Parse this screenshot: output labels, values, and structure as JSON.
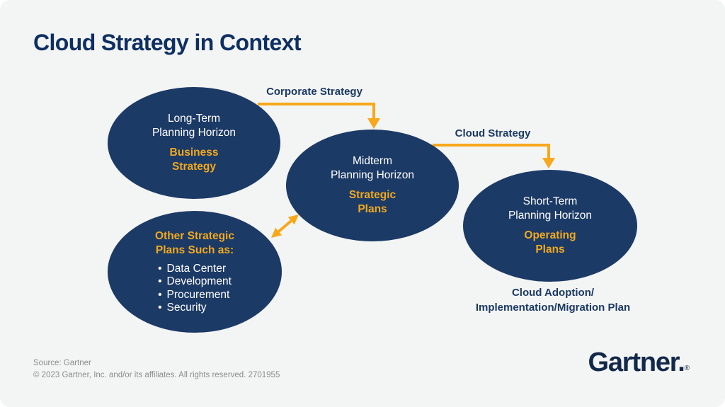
{
  "title": "Cloud Strategy in Context",
  "bullet_char": "•",
  "connectors": {
    "corporate_strategy": {
      "label": "Corporate Strategy"
    },
    "cloud_strategy": {
      "label": "Cloud Strategy"
    }
  },
  "nodes": {
    "long_term": {
      "horizon": "Long-Term\nPlanning Horizon",
      "emphasis": "Business\nStrategy"
    },
    "midterm": {
      "horizon": "Midterm\nPlanning Horizon",
      "emphasis": "Strategic\nPlans"
    },
    "short_term": {
      "horizon": "Short-Term\nPlanning Horizon",
      "emphasis": "Operating\nPlans"
    },
    "other_plans": {
      "heading": "Other Strategic\nPlans Such as:",
      "bullets": [
        "Data Center",
        "Development",
        "Procurement",
        "Security"
      ]
    }
  },
  "captions": {
    "cloud_adoption": "Cloud Adoption/\nImplementation/Migration Plan"
  },
  "footer": {
    "source": "Source: Gartner",
    "copyright": "© 2023 Gartner, Inc. and/or its affiliates. All rights reserved. 2701955"
  },
  "logo": {
    "text": "Gartner.",
    "reg": "®"
  },
  "colors": {
    "background": "#f3f4f4",
    "ellipse_navy": "#1c3a66",
    "title_navy": "#0e2f62",
    "label_navy": "#1b3a64",
    "gold": "#f7a81b",
    "white_text": "#ffffff",
    "footer_gray": "#8c8c8c",
    "logo_navy": "#13294b"
  }
}
